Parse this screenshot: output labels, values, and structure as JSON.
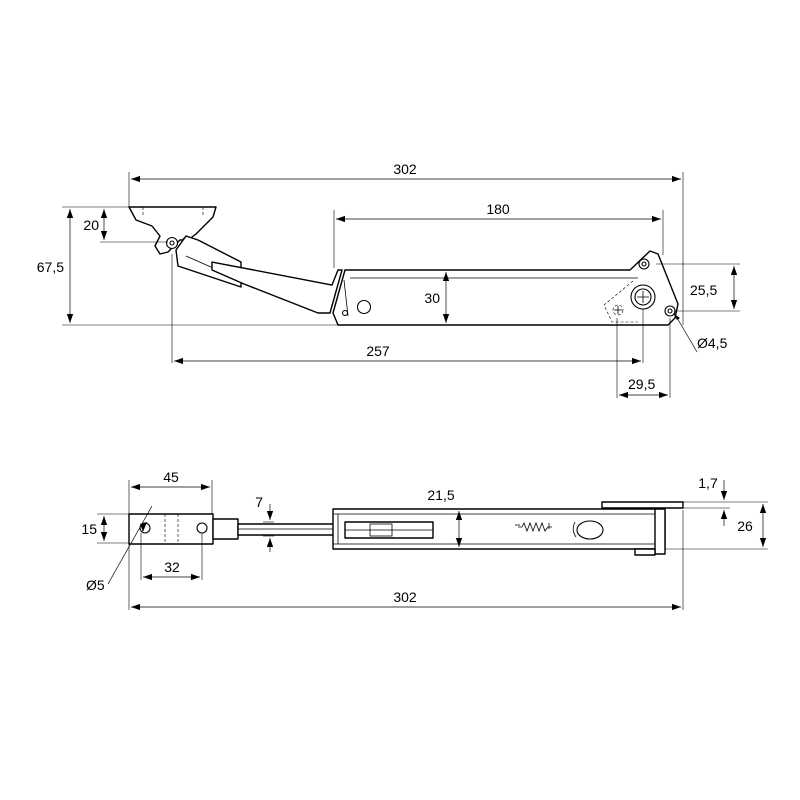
{
  "dimensions": {
    "top": {
      "overall_length": "302",
      "housing_length": "180",
      "bracket_height": "20",
      "total_height": "67,5",
      "housing_height": "30",
      "arm_span": "257",
      "pivot_spacing": "25,5",
      "hole_diameter": "Ø4,5",
      "pivot_offset": "29,5"
    },
    "bottom": {
      "plate_length": "45",
      "arm_thickness": "7",
      "slot_offset": "21,5",
      "plate_thickness": "1,7",
      "body_depth": "26",
      "plate_width": "15",
      "hole_spacing": "32",
      "hole_diameter": "Ø5",
      "overall_length": "302"
    }
  }
}
